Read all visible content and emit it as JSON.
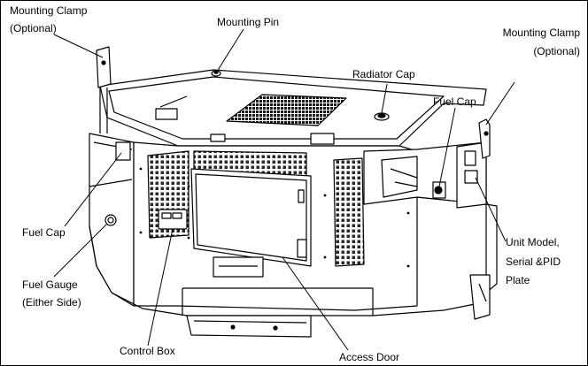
{
  "labels": {
    "mounting_clamp_left": "Mounting Clamp",
    "mounting_clamp_left_note": "(Optional)",
    "mounting_pin": "Mounting Pin",
    "radiator_cap": "Radiator Cap",
    "mounting_clamp_right": "Mounting Clamp",
    "mounting_clamp_right_note": "(Optional)",
    "fuel_cap_right": "Fuel Cap",
    "fuel_cap_left": "Fuel Cap",
    "unit_model_line1": "Unit Model,",
    "unit_model_line2": "Serial &PID",
    "unit_model_line3": "Plate",
    "fuel_gauge": "Fuel Gauge",
    "fuel_gauge_note": "(Either Side)",
    "control_box": "Control Box",
    "access_door": "Access Door"
  },
  "colors": {
    "line": "#000000",
    "background": "#ffffff"
  }
}
